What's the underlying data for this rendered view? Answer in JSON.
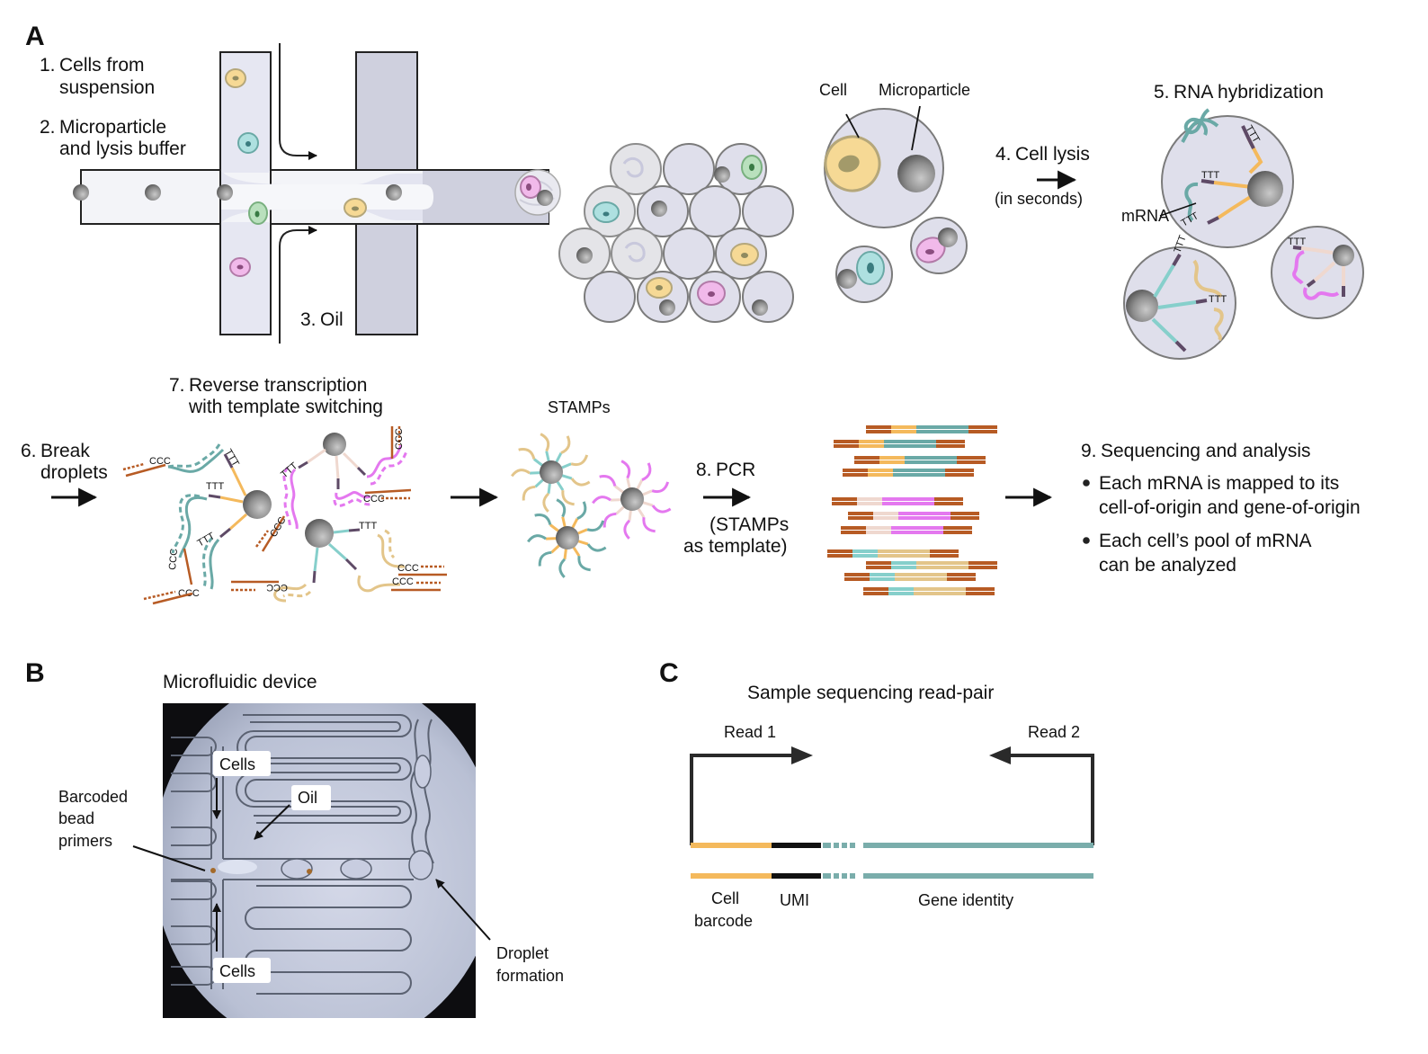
{
  "panels": {
    "A": {
      "label": "A",
      "steps": {
        "s1": [
          "1.",
          "Cells from",
          "suspension"
        ],
        "s2": [
          "2.",
          "Microparticle",
          "and lysis buffer"
        ],
        "s3": [
          "3.",
          "Oil"
        ],
        "s4": [
          "4.",
          "Cell lysis",
          "(in seconds)"
        ],
        "s5": [
          "5.",
          "RNA hybridization"
        ],
        "s6": [
          "6.",
          "Break",
          "droplets"
        ],
        "s7": [
          "7.",
          "Reverse transcription",
          "with template switching"
        ],
        "s8": [
          "8.",
          "PCR",
          "(STAMPs",
          "as template)"
        ],
        "s9": [
          "9.",
          "Sequencing and analysis"
        ]
      },
      "callouts": {
        "cell": "Cell",
        "microparticle": "Microparticle",
        "mrna": "mRNA",
        "stamps": "STAMPs"
      },
      "bullets": [
        [
          "Each mRNA is mapped to its",
          "cell-of-origin and gene-of-origin"
        ],
        [
          "Each cell’s pool of mRNA",
          "can be analyzed"
        ]
      ],
      "glyphs": {
        "polyT": "TTT",
        "polyC": "CCC"
      }
    },
    "B": {
      "label": "B",
      "title": "Microfluidic device",
      "annotations": {
        "cells_top": "Cells",
        "cells_bottom": "Cells",
        "oil": "Oil",
        "beads": [
          "Barcoded",
          "bead",
          "primers"
        ],
        "droplet": [
          "Droplet",
          "formation"
        ]
      }
    },
    "C": {
      "label": "C",
      "title": "Sample sequencing read-pair",
      "read1": "Read 1",
      "read2": "Read 2",
      "segments": {
        "cell_barcode": [
          "Cell",
          "barcode"
        ],
        "umi": "UMI",
        "gene": "Gene identity"
      }
    }
  },
  "colors": {
    "channel_light": "#e6e7f2",
    "channel_dark": "#cfd0de",
    "droplet": "#dfdfeb",
    "bead": "#8a8a8a",
    "cell_yellow": "#f6d995",
    "cell_teal": "#aee0e0",
    "cell_green": "#b9e0bd",
    "cell_pink": "#f1b9ea",
    "barcode_orange": "#f4b95c",
    "umi_purple": "#5e4a66",
    "linker_brown": "#b75b24",
    "mrna_teal": "#6aa9a6",
    "mrna_tan": "#e3c58a",
    "mrna_magenta": "#e478ef",
    "pale_pink": "#efd8cf",
    "cyan_barcode": "#86cfcb",
    "gene_teal": "#7aadab",
    "umi_black": "#111111"
  }
}
